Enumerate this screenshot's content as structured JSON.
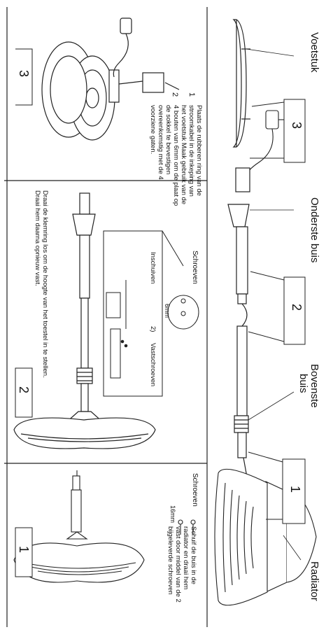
{
  "labels": {
    "voetstuk": "Voetstuk",
    "onderste_buis": "Onderste buis",
    "bovenste_buis_1": "Bovenste",
    "bovenste_buis_2": "buis",
    "radiator": "Radiator"
  },
  "steps": {
    "step_3": "3",
    "step_2": "2",
    "step_1": "1"
  },
  "figure_numbers": {
    "part_1": "1",
    "part_2": "2"
  },
  "instructions": {
    "base": "Plaats de rubberen ring van de stroomkabel in de inkeping van het voetstuk Maak gebruik van de 4 bouten van 6mm om de plaat op de sokkel te bevestigen overeenkomstig met de 4 voorziene gaten.",
    "height": "Draai de klemring los om de hoogte van het toestel in te stellen. Draai hem daarna opnieuw vast.",
    "radiator": "Schuif de buis in de radiator en draai hem vast door middel van de 2 bijgeleverde schroeven"
  },
  "screws": {
    "label_top": "Schroeven",
    "size_top": "6mm",
    "insert": "Inschuiven",
    "step_mark": "2)",
    "tighten": "Vastschroeven",
    "label_bottom": "Schroeven",
    "size_bottom": "16mm"
  }
}
